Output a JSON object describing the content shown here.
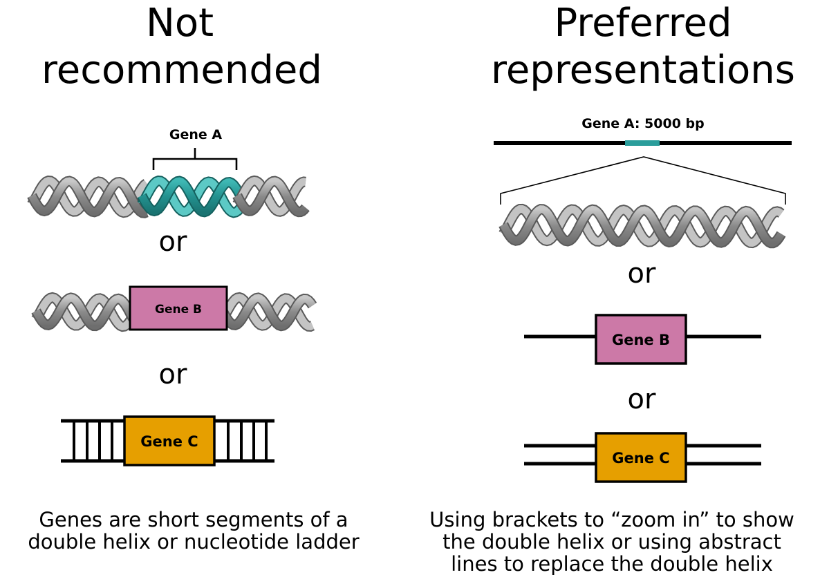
{
  "left_panel": {
    "heading_line1": "Not",
    "heading_line2": "recommended",
    "gene_a_label": "Gene A",
    "or_1": "or",
    "gene_b_label": "Gene B",
    "or_2": "or",
    "gene_c_label": "Gene C",
    "caption_line1": "Genes are short segments of a",
    "caption_line2": "double helix or nucleotide ladder"
  },
  "right_panel": {
    "heading_line1": "Preferred",
    "heading_line2": "representations",
    "gene_a_label": "Gene A: 5000 bp",
    "or_1": "or",
    "gene_b_label": "Gene B",
    "or_2": "or",
    "gene_c_label": "Gene C",
    "caption_line1": "Using brackets to “zoom in” to show",
    "caption_line2": "the double helix or using abstract",
    "caption_line3": "lines to replace the double helix"
  },
  "colors": {
    "helix_gray": "#8c8c8c",
    "helix_light": "#b8b8b8",
    "gene_a_teal": "#2a9d9b",
    "gene_b_pink": "#cc79a7",
    "gene_c_orange": "#e69f00",
    "line_black": "#000000"
  }
}
